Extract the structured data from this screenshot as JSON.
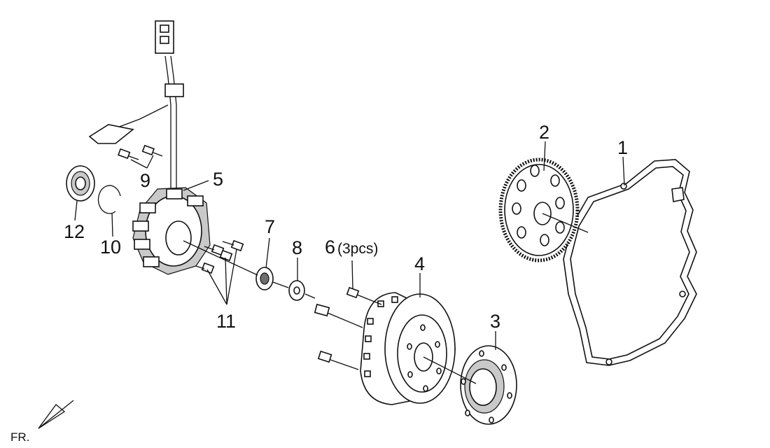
{
  "labels": {
    "p1": "1",
    "p2": "2",
    "p3": "3",
    "p4": "4",
    "p5": "5",
    "p6": "6",
    "p6_qty": "(3pcs)",
    "p7": "7",
    "p8": "8",
    "p9": "9",
    "p10": "10",
    "p11": "11",
    "p12": "12"
  },
  "front_marker": "FR."
}
